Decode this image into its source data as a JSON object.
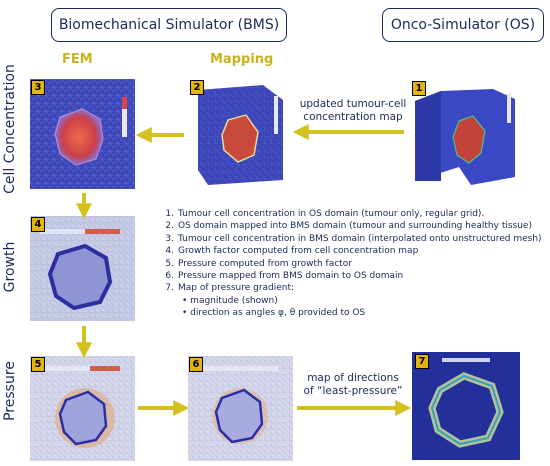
{
  "headers": {
    "bms": "Biomechanical Simulator (BMS)",
    "os": "Onco-Simulator (OS)"
  },
  "columns": {
    "fem": "FEM",
    "mapping": "Mapping"
  },
  "rows": {
    "cell_concentration": "Cell Concentration",
    "growth": "Growth",
    "pressure": "Pressure"
  },
  "badges": [
    "1",
    "2",
    "3",
    "4",
    "5",
    "6",
    "7"
  ],
  "annotations": {
    "updated_map": [
      "updated tumour-cell",
      "concentration map"
    ],
    "least_pressure": [
      "map of directions",
      "of “least-pressure”"
    ]
  },
  "steps": [
    {
      "n": "1.",
      "text": "Tumour cell concentration in OS domain (tumour only, regular grid)."
    },
    {
      "n": "2.",
      "text": "OS domain mapped into BMS domain (tumour and surrounding healthy tissue)"
    },
    {
      "n": "3.",
      "text": "Tumour cell concentration in BMS domain (interpolated onto unstructured mesh)"
    },
    {
      "n": "4.",
      "text": "Growth factor computed from cell concentration map"
    },
    {
      "n": "5.",
      "text": "Pressure computed from growth factor"
    },
    {
      "n": "6.",
      "text": "Pressure mapped from BMS domain to OS domain"
    },
    {
      "n": "7.",
      "text": "Map of pressure gradient:"
    }
  ],
  "substeps": [
    "magnitude (shown)",
    "direction as angles φ, θ provided to OS"
  ],
  "colors": {
    "arrow": "#d4c11e",
    "navy": "#1a2a5a",
    "badge": "#e3b507",
    "mesh_blue": "#3a3fb0",
    "tumour_red": "#d9402a"
  }
}
